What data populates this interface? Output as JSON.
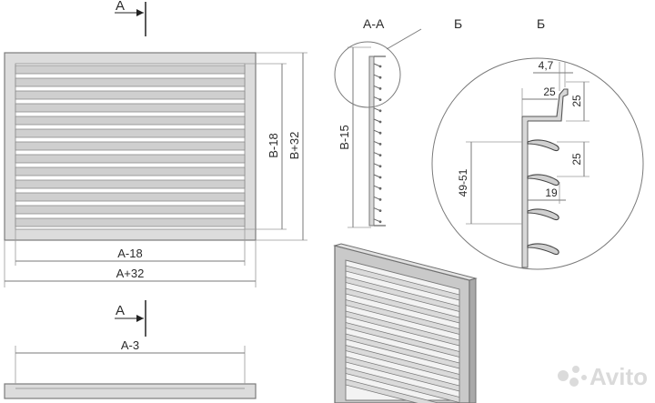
{
  "section_marks": {
    "top": "А",
    "bottom": "А"
  },
  "front_view": {
    "width_inner": "А-18",
    "width_outer": "А+32",
    "height_inner": "В-18",
    "height_outer": "В+32"
  },
  "bottom_view": {
    "width": "А-3"
  },
  "section_view": {
    "title": "А-А",
    "height": "В-15"
  },
  "detail_view": {
    "callout": "Б",
    "title": "Б",
    "dims": {
      "lip": "4,7",
      "flange": "25",
      "flange_height": "25",
      "slat_pitch": "25",
      "slat_depth": "19",
      "slat_range": "49-51"
    }
  },
  "watermark": "Avito"
}
